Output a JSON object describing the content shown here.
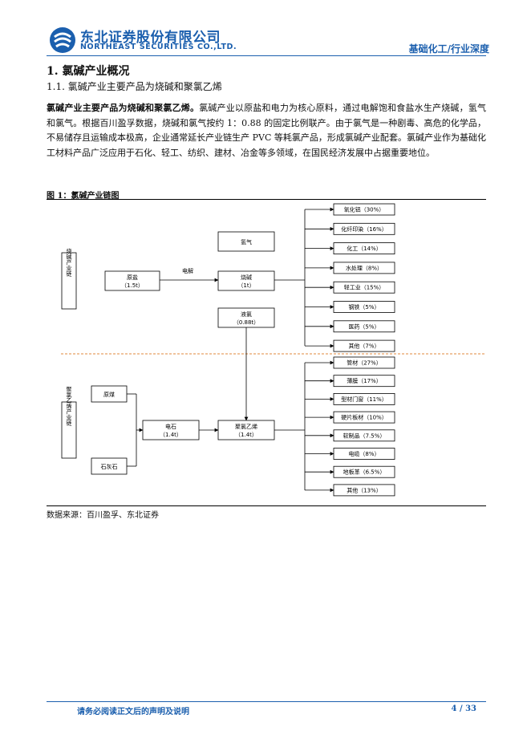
{
  "header": {
    "company_cn": "东北证券股份有限公司",
    "company_en": "NORTHEAST SECURITIES CO.,LTD.",
    "report_type": "基础化工/行业深度",
    "brand_color": "#1b5fae"
  },
  "section": {
    "h1": "1.  氯碱产业概况",
    "h2": "1.1.  氯碱产业主要产品为烧碱和聚氯乙烯"
  },
  "paragraph": {
    "lead": "氯碱产业主要产品为烧碱和聚氯乙烯。",
    "body": "氯碱产业以原盐和电力为核心原料，通过电解饱和食盐水生产烧碱，氢气和氯气。根据百川盈孚数据，烧碱和氯气按约 1：0.88 的固定比例联产。由于氯气是一种剧毒、高危的化学品，不易储存且运输成本极高，企业通常延长产业链生产 PVC 等耗氯产品，形成氯碱产业配套。氯碱产业作为基础化工材料产品广泛应用于石化、轻工、纺织、建材、冶金等多领域，在国民经济发展中占据重要地位。"
  },
  "figure": {
    "title": "图 1：氯碱产业链图",
    "source": "数据来源：百川盈孚、东北证券",
    "left_labels": [
      "烧碱产业链",
      "聚氯乙烯产业链"
    ],
    "caustic_chain": {
      "raw": "原盐",
      "raw_qty": "（1.5t）",
      "process": "电解",
      "hydrogen": "氢气",
      "product": "烧碱",
      "product_qty": "（1t）",
      "chlorine": "液氯",
      "chlorine_qty": "（0.88t）",
      "uses": [
        "氧化铝（30%）",
        "化纤印染（16%）",
        "化工（14%）",
        "水处理（8%）",
        "轻工业（15%）",
        "钢铁（5%）",
        "医药（5%）",
        "其他（7%）"
      ]
    },
    "pvc_chain": {
      "input1": "原煤",
      "input2": "石灰石",
      "carbide": "电石",
      "carbide_qty": "（1.4t）",
      "product": "聚氯乙烯",
      "product_qty": "（1.4t）",
      "uses": [
        "管材（27%）",
        "薄膜（17%）",
        "型材门窗（11%）",
        "硬片板材（10%）",
        "软制品（7.5%）",
        "电缆（8%）",
        "地板革（6.5%）",
        "其他（13%）"
      ]
    },
    "divider_color": "#e08a3c"
  },
  "footer": {
    "disclaimer": "请务必阅读正文后的声明及说明",
    "page": "4 / 33"
  }
}
